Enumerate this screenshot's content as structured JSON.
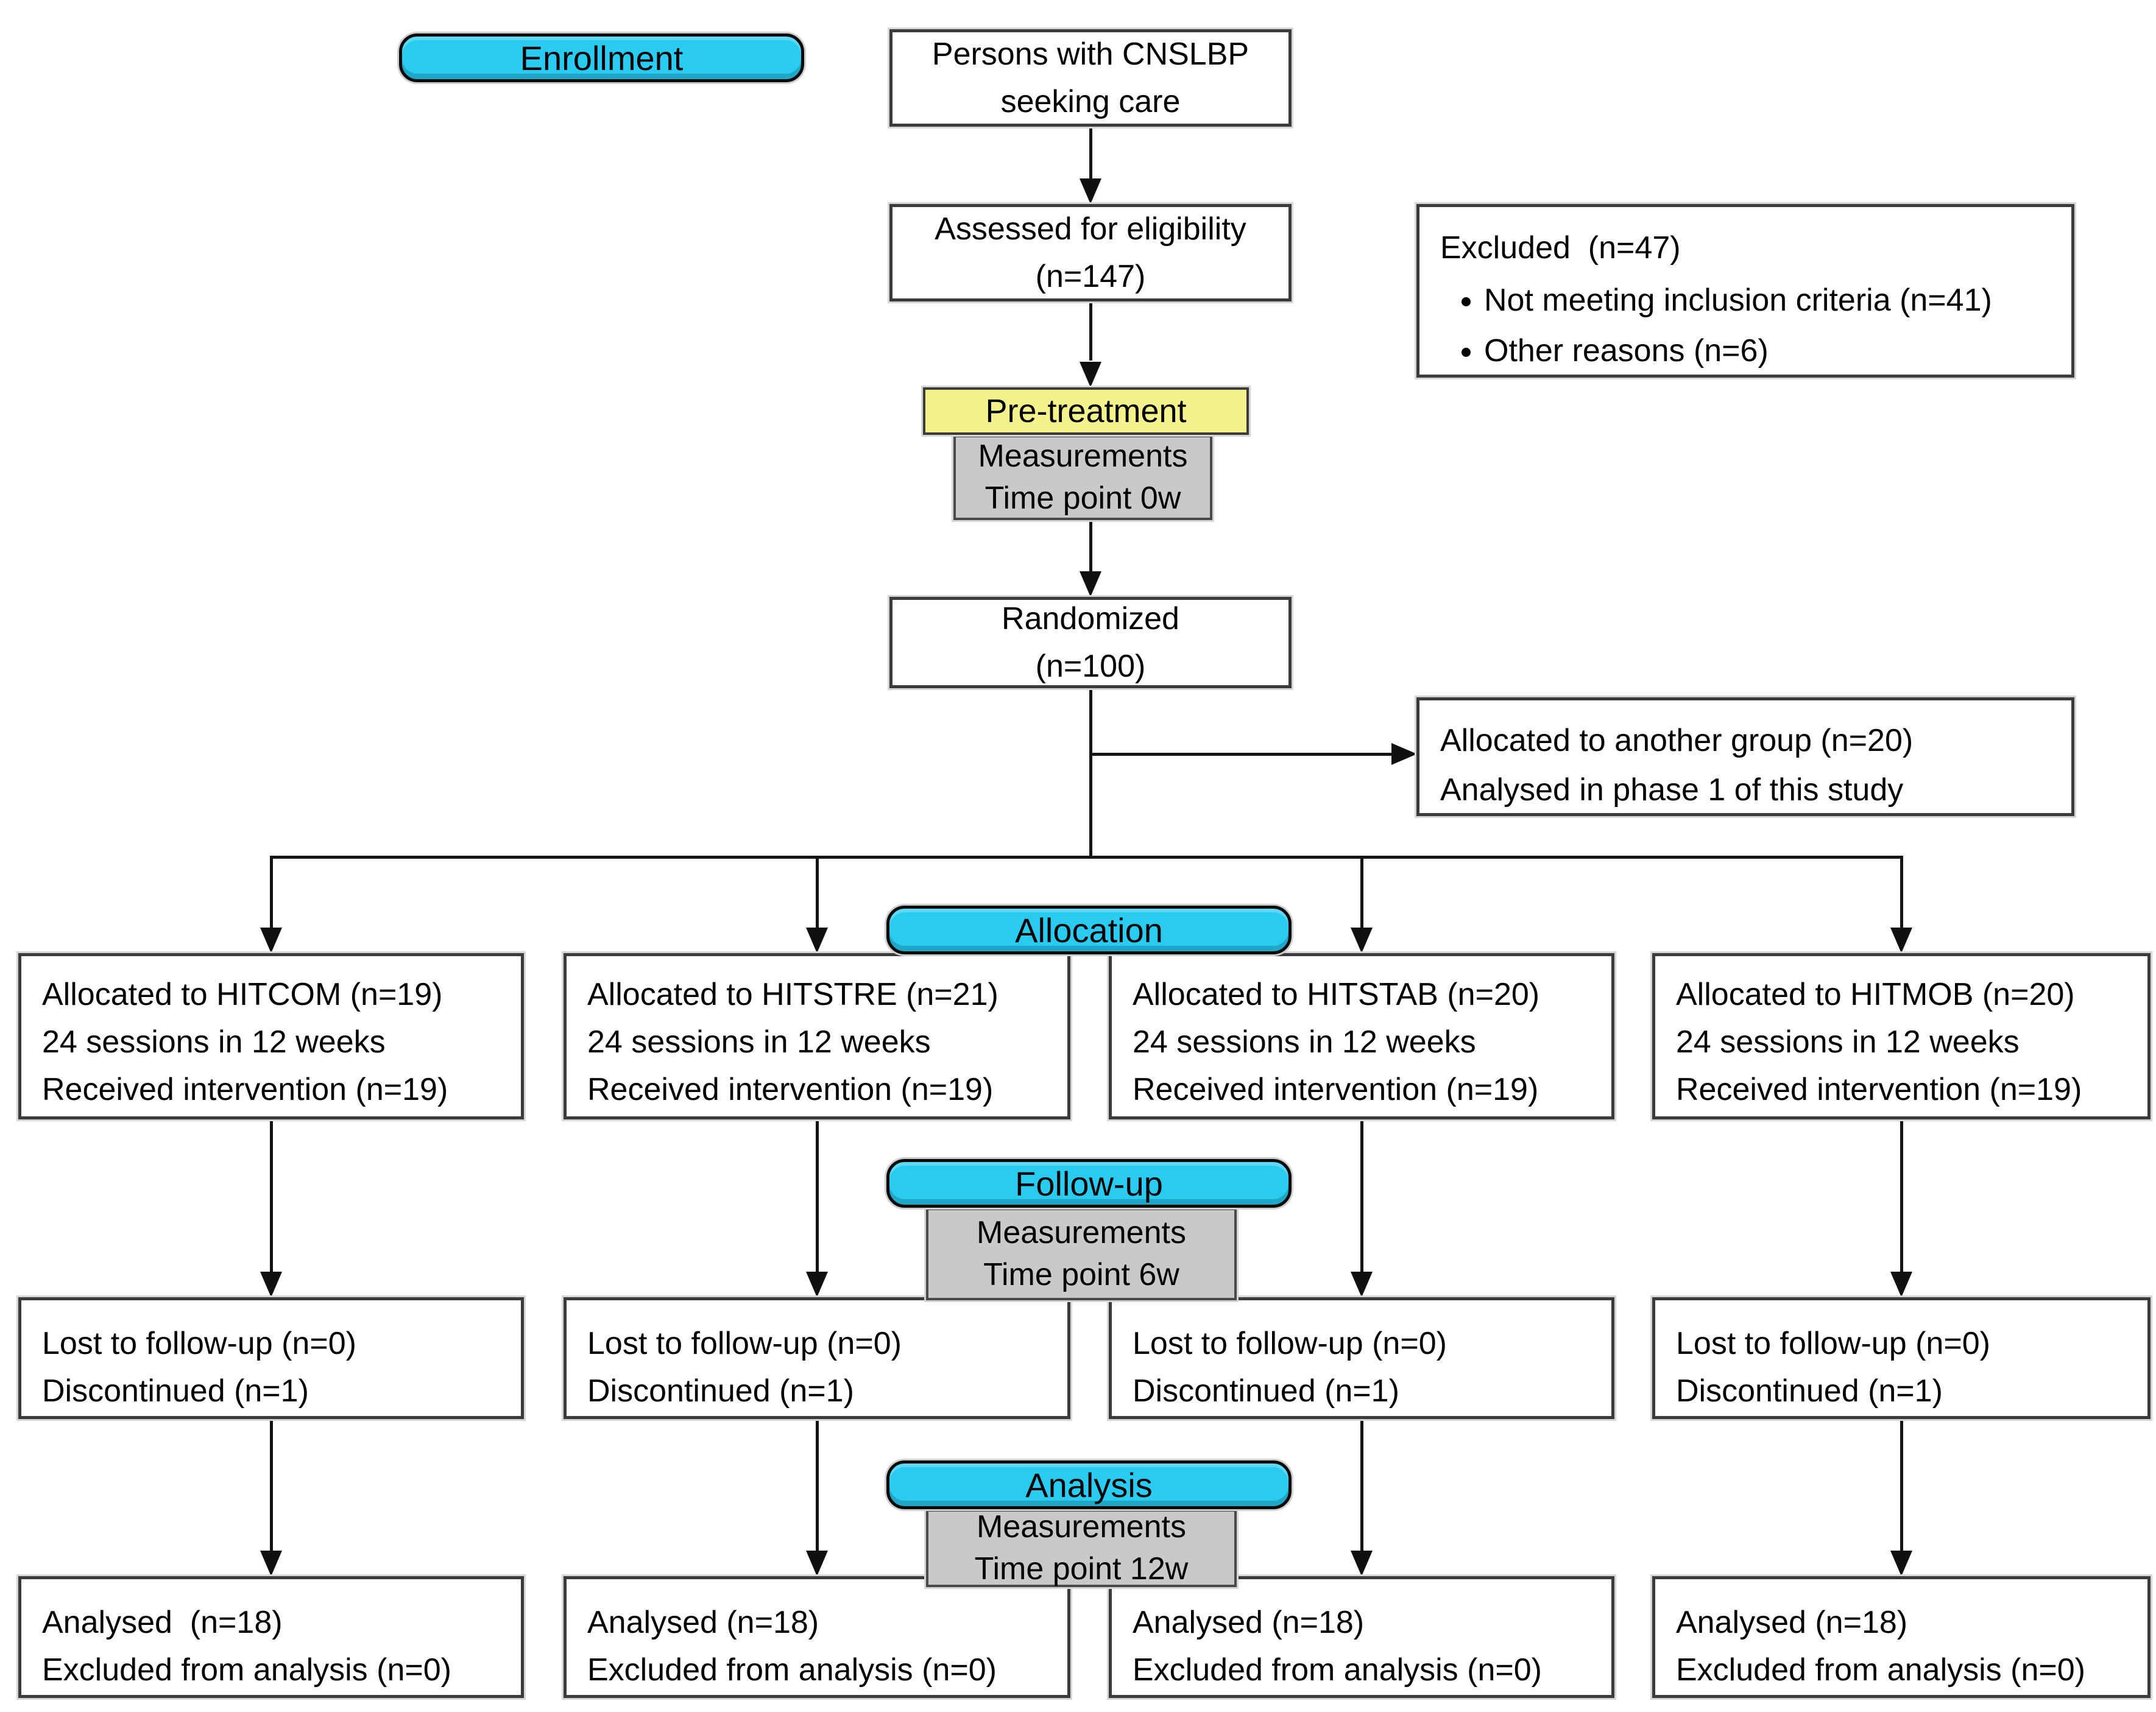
{
  "figure": {
    "stages": {
      "enrollment": "Enrollment",
      "allocation": "Allocation",
      "followup": "Follow-up",
      "analysis": "Analysis"
    },
    "pretreatment_label": "Pre-treatment",
    "measurements": {
      "baseline": [
        "Measurements",
        "Time point 0w"
      ],
      "followup": [
        "Measurements",
        "Time point 6w"
      ],
      "analysis": [
        "Measurements",
        "Time point 12w"
      ]
    },
    "population_box": [
      "Persons with CNSLBP",
      "seeking care"
    ],
    "assessed_box": [
      "Assessed for eligibility",
      "(n=147)"
    ],
    "excluded_box": {
      "title": "Excluded  (n=47)",
      "bullets": [
        "Not meeting inclusion criteria (n=41)",
        "Other reasons (n=6)"
      ]
    },
    "randomized_box": [
      "Randomized",
      "(n=100)"
    ],
    "another_group_box": [
      "Allocated to another group (n=20)",
      "Analysed in phase 1 of this study"
    ],
    "groups": [
      {
        "name": "HITCOM",
        "allocation_lines": [
          "Allocated to HITCOM (n=19)",
          "24 sessions in 12 weeks",
          "Received intervention (n=19)"
        ],
        "followup_lines": [
          "Lost to follow-up (n=0)",
          "Discontinued (n=1)"
        ],
        "analysis_lines": [
          "Analysed  (n=18)",
          "Excluded from analysis (n=0)"
        ]
      },
      {
        "name": "HITSTRE",
        "allocation_lines": [
          "Allocated to HITSTRE (n=21)",
          "24 sessions in 12 weeks",
          "Received intervention (n=19)"
        ],
        "followup_lines": [
          "Lost to follow-up (n=0)",
          "Discontinued (n=1)"
        ],
        "analysis_lines": [
          "Analysed (n=18)",
          "Excluded from analysis (n=0)"
        ]
      },
      {
        "name": "HITSTAB",
        "allocation_lines": [
          "Allocated to HITSTAB (n=20)",
          "24 sessions in 12 weeks",
          "Received intervention (n=19)"
        ],
        "followup_lines": [
          "Lost to follow-up (n=0)",
          "Discontinued (n=1)"
        ],
        "analysis_lines": [
          "Analysed (n=18)",
          "Excluded from analysis (n=0)"
        ]
      },
      {
        "name": "HITMOB",
        "allocation_lines": [
          "Allocated to HITMOB (n=20)",
          "24 sessions in 12 weeks",
          "Received intervention (n=19)"
        ],
        "followup_lines": [
          "Lost to follow-up (n=0)",
          "Discontinued (n=1)"
        ],
        "analysis_lines": [
          "Analysed (n=18)",
          "Excluded from analysis (n=0)"
        ]
      }
    ]
  },
  "colors": {
    "stage-cyan": "#29CBF1",
    "pretreat-yellow": "#F5F18C",
    "measure-gray": "#C9C9C9",
    "line-dark": "#141414"
  }
}
